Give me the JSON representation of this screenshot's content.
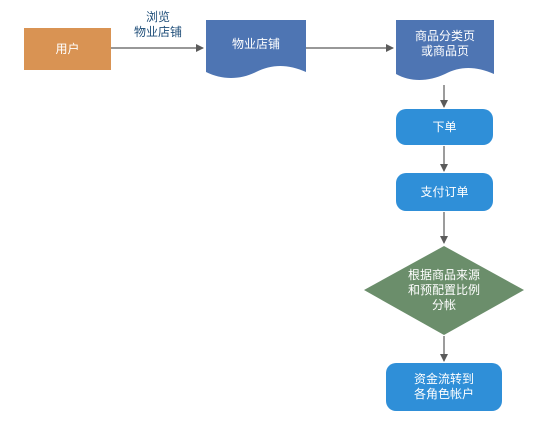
{
  "colors": {
    "user_node": "#D99353",
    "doc_node": "#4E75B3",
    "process_node": "#2F8FD8",
    "decision_node": "#6B8E6B",
    "arrow": "#5b5b5b",
    "text": "#ffffff",
    "edge_label_text": "#1f4e79"
  },
  "nodes": {
    "user": {
      "label": "用户"
    },
    "shop": {
      "label": "物业店铺"
    },
    "category": {
      "label": "商品分类页\n或商品页"
    },
    "order": {
      "label": "下单"
    },
    "pay": {
      "label": "支付订单"
    },
    "split": {
      "label": "根据商品来源\n和预配置比例\n分帐"
    },
    "flow": {
      "label": "资金流转到\n各角色帐户"
    }
  },
  "edges": {
    "browse": {
      "label": "浏览\n物业店铺"
    }
  }
}
